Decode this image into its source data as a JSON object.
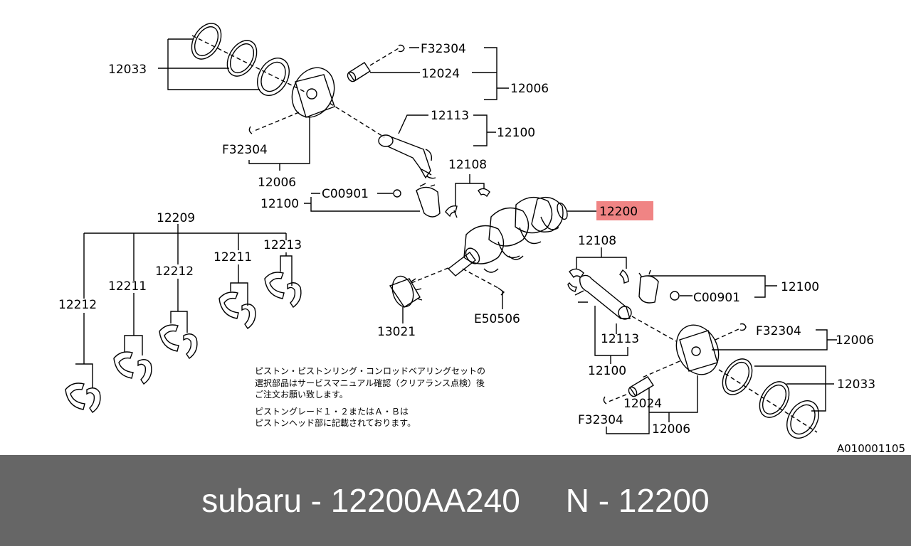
{
  "footer": {
    "caption": "subaru - 12200AA240     N - 12200"
  },
  "colors": {
    "highlight": "#f08484",
    "footer_bg": "#666666",
    "footer_text": "#ffffff"
  },
  "diagram": {
    "highlighted_part": "12200",
    "reference_code": "A010001105",
    "callouts": {
      "p12033_top": "12033",
      "pF32304_top": "F32304",
      "p12024_top": "12024",
      "p12006_right_top": "12006",
      "p12113_top": "12113",
      "p12100_top": "12100",
      "pF32304_left": "F32304",
      "p12006_bottom_top": "12006",
      "pC00901_top": "C00901",
      "p12100_left": "12100",
      "p12108_top": "12108",
      "p12200": "12200",
      "p12209": "12209",
      "p12212_a": "12212",
      "p12211_a": "12211",
      "p12212_b": "12212",
      "p12211_b": "12211",
      "p12213": "12213",
      "p13021": "13021",
      "pE50506": "E50506",
      "p12108_bottom": "12108",
      "p12100_right": "12100",
      "pC00901_bottom": "C00901",
      "p12113_bottom": "12113",
      "p12100_bottom": "12100",
      "pF32304_right": "F32304",
      "p12006_right_bottom": "12006",
      "p12033_bottom": "12033",
      "p12024_bottom": "12024",
      "pF32304_bottom": "F32304",
      "p12006_bottom": "12006"
    },
    "note_lines": [
      "ピストン・ピストンリング・コンロッドベアリングセットの",
      "選択部品はサービスマニュアル確認（クリアランス点検）後",
      "ご注文お願い致します。",
      "ピストングレード１・２またはＡ・Ｂは",
      "ピストンヘッド部に記載されております。"
    ]
  }
}
